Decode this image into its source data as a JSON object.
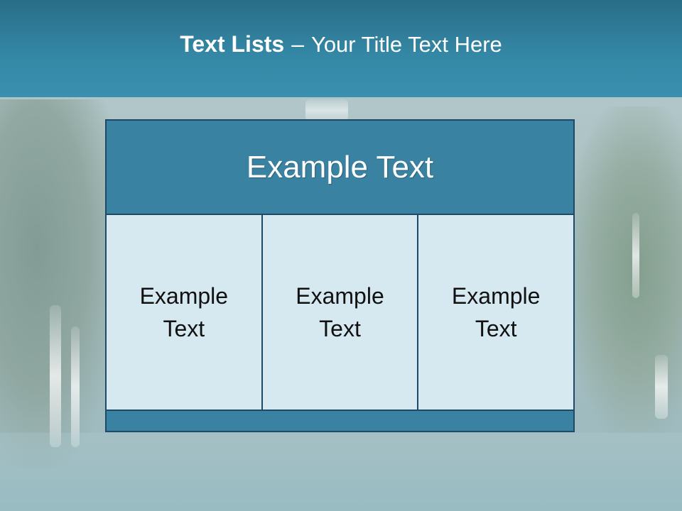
{
  "header": {
    "title_bold": "Text Lists",
    "title_dash": "–",
    "title_rest": "Your Title Text Here"
  },
  "table": {
    "heading": "Example Text",
    "cells": [
      "Example Text",
      "Example Text",
      "Example Text"
    ]
  },
  "colors": {
    "header_bar": "#3489a7",
    "table_header": "#3a82a2",
    "table_cell": "#d6e8f0",
    "border": "#1e4a66"
  }
}
